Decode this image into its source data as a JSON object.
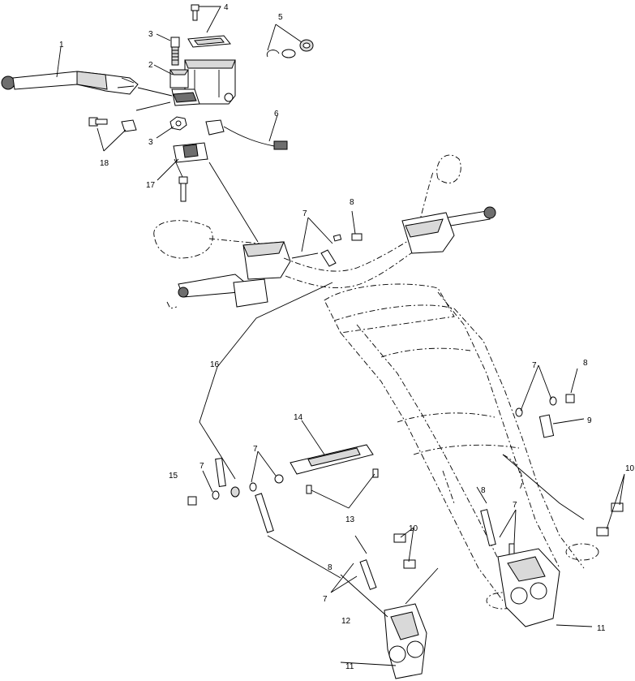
{
  "callouts": [
    {
      "id": "c1",
      "text": "1"
    },
    {
      "id": "c2",
      "text": "2"
    },
    {
      "id": "c3a",
      "text": "3"
    },
    {
      "id": "c3b",
      "text": "3"
    },
    {
      "id": "c4",
      "text": "4"
    },
    {
      "id": "c5",
      "text": "5"
    },
    {
      "id": "c6",
      "text": "6"
    },
    {
      "id": "c18",
      "text": "18"
    },
    {
      "id": "c17",
      "text": "17"
    },
    {
      "id": "c7a",
      "text": "7"
    },
    {
      "id": "c8a",
      "text": "8"
    },
    {
      "id": "c16",
      "text": "16"
    },
    {
      "id": "c14",
      "text": "14"
    },
    {
      "id": "c7b",
      "text": "7"
    },
    {
      "id": "c8b",
      "text": "8"
    },
    {
      "id": "c9",
      "text": "9"
    },
    {
      "id": "c15",
      "text": "15"
    },
    {
      "id": "c7c",
      "text": "7"
    },
    {
      "id": "c7d",
      "text": "7"
    },
    {
      "id": "c13",
      "text": "13"
    },
    {
      "id": "c8c",
      "text": "8"
    },
    {
      "id": "c10a",
      "text": "10"
    },
    {
      "id": "c10b",
      "text": "10"
    },
    {
      "id": "c7e",
      "text": "7"
    },
    {
      "id": "c8d",
      "text": "8"
    },
    {
      "id": "c7f",
      "text": "7"
    },
    {
      "id": "c12",
      "text": "12"
    },
    {
      "id": "c11a",
      "text": "11"
    },
    {
      "id": "c11b",
      "text": "11"
    }
  ]
}
